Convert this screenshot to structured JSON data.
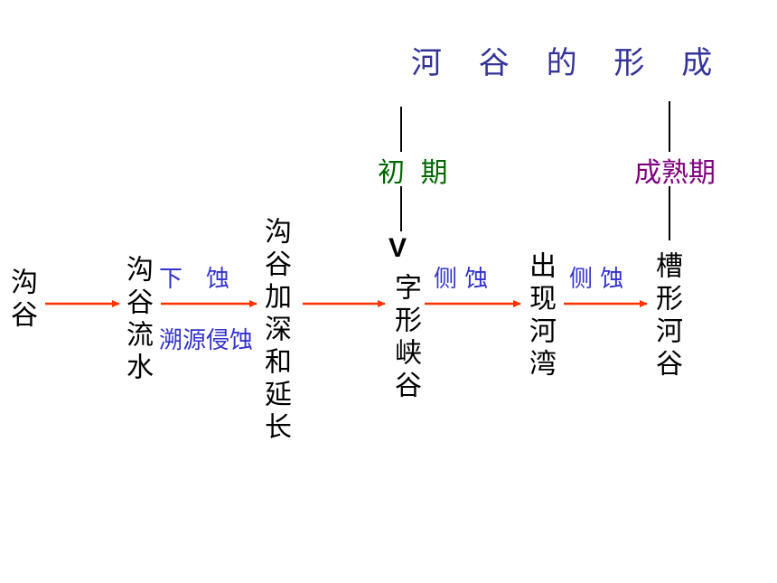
{
  "title": "河 谷 的 形 成",
  "stages": {
    "early": "初 期",
    "mature": "成熟期"
  },
  "nodes": {
    "n1": "沟谷",
    "n2": "沟谷流水",
    "n3": "沟谷加深和延长",
    "n4_letter": "V",
    "n4": "字形峡谷",
    "n5": "出现河湾",
    "n6": "槽形河谷"
  },
  "edge_labels": {
    "downcut": "下　蚀",
    "headward": "溯源侵蚀",
    "lateral1": "侧 蚀",
    "lateral2": "侧 蚀"
  },
  "colors": {
    "title": "#333399",
    "arrow": "#ff3300",
    "early": "#006600",
    "mature": "#800080",
    "edge_label": "#3333cc"
  }
}
